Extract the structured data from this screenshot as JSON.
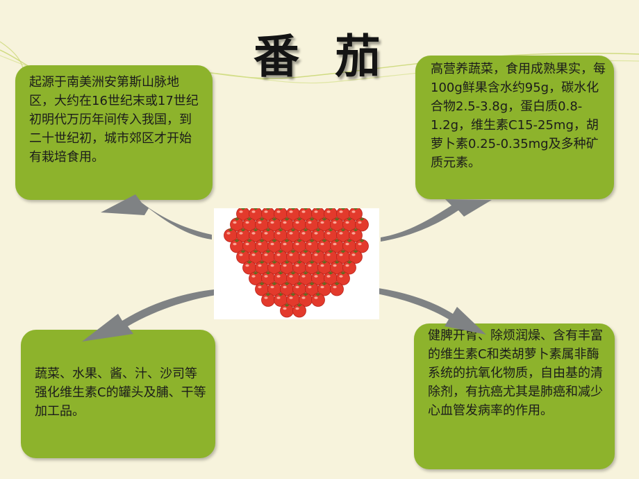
{
  "title": "番 茄",
  "colors": {
    "background": "#f7f3dc",
    "box_fill": "#8db32c",
    "arrow": "#7f8284",
    "tomato": "#e33a2c"
  },
  "boxes": {
    "top_left": "起源于南美洲安第斯山脉地区，大约在16世纪末或17世纪初明代万历年间传入我国，到二十世纪初，城市郊区才开始有栽培食用。",
    "top_right": "高营养蔬菜，食用成熟果实，每100g鲜果含水约95g，碳水化合物2.5-3.8g，蛋白质0.8-1.2g，维生素C15-25mg，胡萝卜素0.25-0.35mg及多种矿质元素。",
    "bottom_left": "蔬菜、水果、酱、汁、沙司等强化维生素C的罐头及脯、干等加工品。",
    "bottom_right": "健脾开胃、除烦润燥、含有丰富的维生素C和类胡萝卜素属非酶系统的抗氧化物质，自由基的清除剂，有抗癌尤其是肺癌和减少心血管发病率的作用。"
  },
  "image": {
    "subject": "tomato-heart"
  }
}
